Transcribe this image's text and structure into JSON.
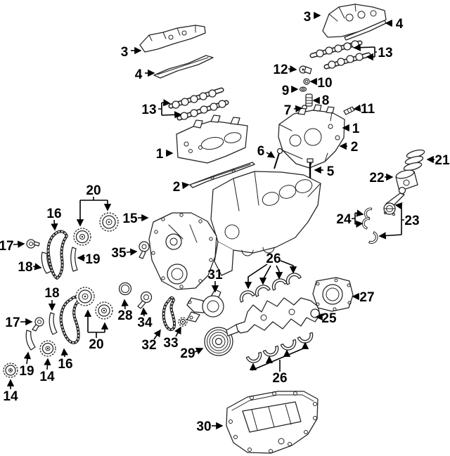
{
  "diagram": {
    "kind": "exploded-parts-diagram",
    "subject": "engine-assembly",
    "background_color": "#ffffff",
    "line_color": "#222222",
    "label_color": "#000000"
  },
  "callouts": [
    {
      "label": "3",
      "target": "left-valve-cover"
    },
    {
      "label": "4",
      "target": "left-valve-cover-gasket"
    },
    {
      "label": "13",
      "target": "left-camshafts"
    },
    {
      "label": "1",
      "target": "left-cylinder-head"
    },
    {
      "label": "2",
      "target": "left-head-gasket"
    },
    {
      "label": "3",
      "target": "right-valve-cover"
    },
    {
      "label": "4",
      "target": "right-valve-cover-gasket"
    },
    {
      "label": "13",
      "target": "right-camshafts"
    },
    {
      "label": "12",
      "target": "camshaft-actuator"
    },
    {
      "label": "10",
      "target": "valve-keeper"
    },
    {
      "label": "9",
      "target": "valve-retainer"
    },
    {
      "label": "8",
      "target": "valve-spring"
    },
    {
      "label": "7",
      "target": "valve-seal"
    },
    {
      "label": "11",
      "target": "mount-stud"
    },
    {
      "label": "1",
      "target": "right-cylinder-head"
    },
    {
      "label": "2",
      "target": "right-head-gasket"
    },
    {
      "label": "6",
      "target": "valve"
    },
    {
      "label": "5",
      "target": "head-bolt"
    },
    {
      "label": "21",
      "target": "piston-rings"
    },
    {
      "label": "22",
      "target": "piston"
    },
    {
      "label": "23",
      "target": "connecting-rod"
    },
    {
      "label": "24",
      "target": "rod-bearings"
    },
    {
      "label": "20",
      "target": "cam-sprockets-upper"
    },
    {
      "label": "16",
      "target": "timing-chain-upper"
    },
    {
      "label": "17",
      "target": "chain-tensioner-upper"
    },
    {
      "label": "18",
      "target": "chain-guide-upper"
    },
    {
      "label": "19",
      "target": "chain-guide-upper-b"
    },
    {
      "label": "35",
      "target": "secondary-tensioner"
    },
    {
      "label": "15",
      "target": "front-cover"
    },
    {
      "label": "18",
      "target": "chain-guide-lower"
    },
    {
      "label": "17",
      "target": "chain-tensioner-lower"
    },
    {
      "label": "19",
      "target": "chain-guide-lower-b"
    },
    {
      "label": "14",
      "target": "crank-sprocket"
    },
    {
      "label": "16",
      "target": "timing-chain-lower"
    },
    {
      "label": "20",
      "target": "cam-sprockets-lower"
    },
    {
      "label": "28",
      "target": "front-crank-seal"
    },
    {
      "label": "34",
      "target": "primary-tensioner"
    },
    {
      "label": "32",
      "target": "primary-chain"
    },
    {
      "label": "33",
      "target": "idler-sprocket"
    },
    {
      "label": "14",
      "target": "crank-sprocket-b"
    },
    {
      "label": "31",
      "target": "oil-pump"
    },
    {
      "label": "26",
      "target": "main-bearings-upper"
    },
    {
      "label": "29",
      "target": "crankshaft-pulley"
    },
    {
      "label": "25",
      "target": "crankshaft"
    },
    {
      "label": "27",
      "target": "rear-main-seal"
    },
    {
      "label": "26",
      "target": "main-bearings-lower"
    },
    {
      "label": "30",
      "target": "oil-pan"
    }
  ]
}
